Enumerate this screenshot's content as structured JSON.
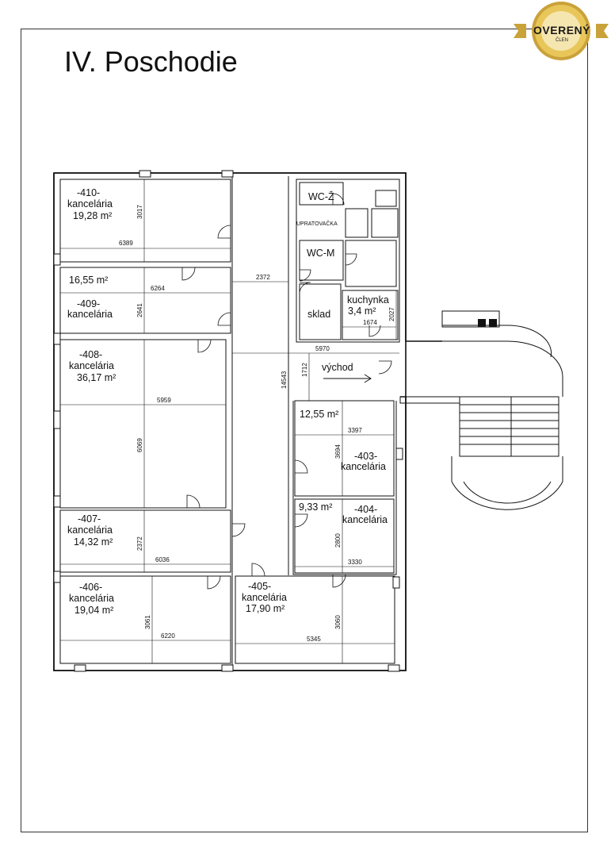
{
  "title": "IV. Poschodie",
  "badge": {
    "label": "OVERENÝ",
    "sub": "ČLEN"
  },
  "rooms": {
    "r410": {
      "name": "-410-",
      "type": "kancelária",
      "area": "19,28 m²"
    },
    "r409": {
      "area": "16,55 m²",
      "name": "-409-",
      "type": "kancelária"
    },
    "r408": {
      "name": "-408-",
      "type": "kancelária",
      "area": "36,17 m²"
    },
    "r407": {
      "name": "-407-",
      "type": "kancelária",
      "area": "14,32 m²"
    },
    "r406": {
      "name": "-406-",
      "type": "kancelária",
      "area": "19,04 m²"
    },
    "r405": {
      "name": "-405-",
      "type": "kancelária",
      "area": "17,90 m²"
    },
    "r403": {
      "area": "12,55 m²",
      "name": "-403-",
      "type": "kancelária"
    },
    "r404": {
      "area": "9,33 m²",
      "name": "-404-",
      "type": "kancelária"
    },
    "wc_z": "WC-Ž",
    "wc_m": "WC-M",
    "upratovacka": "UPRATOVAČKA",
    "sklad": "sklad",
    "kuchynka": {
      "name": "kuchynka",
      "area": "3,4 m²"
    },
    "vychod": "východ"
  },
  "dimensions": {
    "d3017": "3017",
    "d6389": "6389",
    "d6264": "6264",
    "d2641": "2641",
    "d2372a": "2372",
    "d5959": "5959",
    "d6069": "6069",
    "d14543": "14543",
    "d5970": "5970",
    "d1712": "1712",
    "d1674": "1674",
    "d2027": "2027",
    "d3397": "3397",
    "d3694": "3694",
    "d2800": "2800",
    "d3330": "3330",
    "d2372b": "2372",
    "d6036": "6036",
    "d3061": "3061",
    "d6220": "6220",
    "d5345": "5345",
    "d3060": "3060"
  }
}
